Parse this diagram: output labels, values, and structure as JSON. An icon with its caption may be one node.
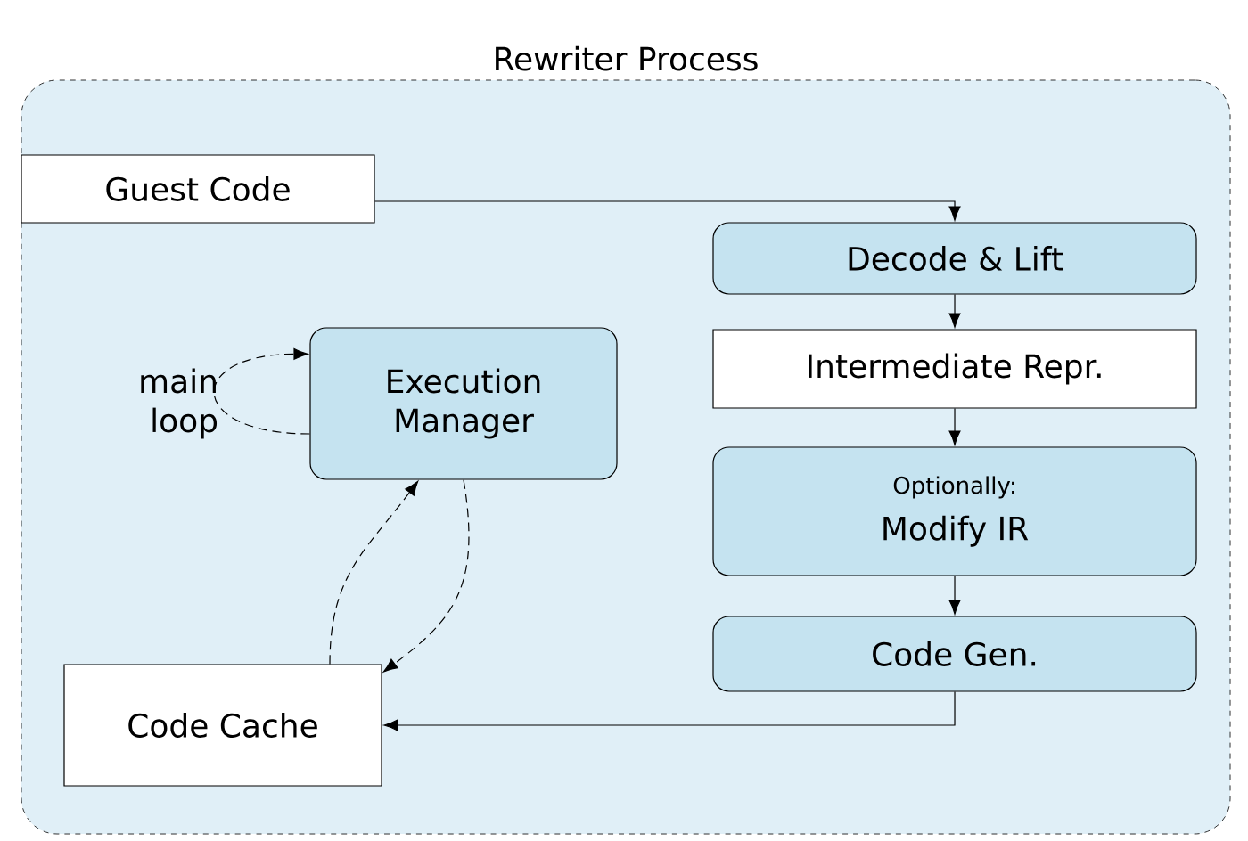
{
  "diagram": {
    "nodes": [
      {
        "text": [
          "Rewriter Process"
        ]
      },
      {
        "text": [
          "Guest Code"
        ],
        "in": 0
      },
      {
        "text": [
          "Decode & Lift"
        ],
        "in": 0
      },
      {
        "text": [
          "Intermediate Repr."
        ],
        "in": 0
      },
      {
        "text": [
          "Optionally:",
          "Modify IR"
        ],
        "in": 0
      },
      {
        "text": [
          "Code Gen."
        ],
        "in": 0
      },
      {
        "text": [
          "Execution Manager"
        ],
        "in": 0
      },
      {
        "text": [
          "Code Cache"
        ],
        "in": 0
      }
    ],
    "edges": [
      {
        "from": 1,
        "to": 2,
        "arrow": "to"
      },
      {
        "from": 2,
        "to": 3,
        "arrow": "to"
      },
      {
        "from": 3,
        "to": 4,
        "arrow": "to"
      },
      {
        "from": 4,
        "to": 5,
        "arrow": "to"
      },
      {
        "from": 5,
        "to": 7,
        "arrow": "to"
      },
      {
        "from": 6,
        "to": 6,
        "arrow": "to",
        "label": "main loop",
        "style": "dashed"
      },
      {
        "from": 7,
        "to": 6,
        "arrow": "to",
        "style": "dashed"
      },
      {
        "from": 6,
        "to": 7,
        "arrow": "to",
        "style": "dashed"
      }
    ]
  }
}
